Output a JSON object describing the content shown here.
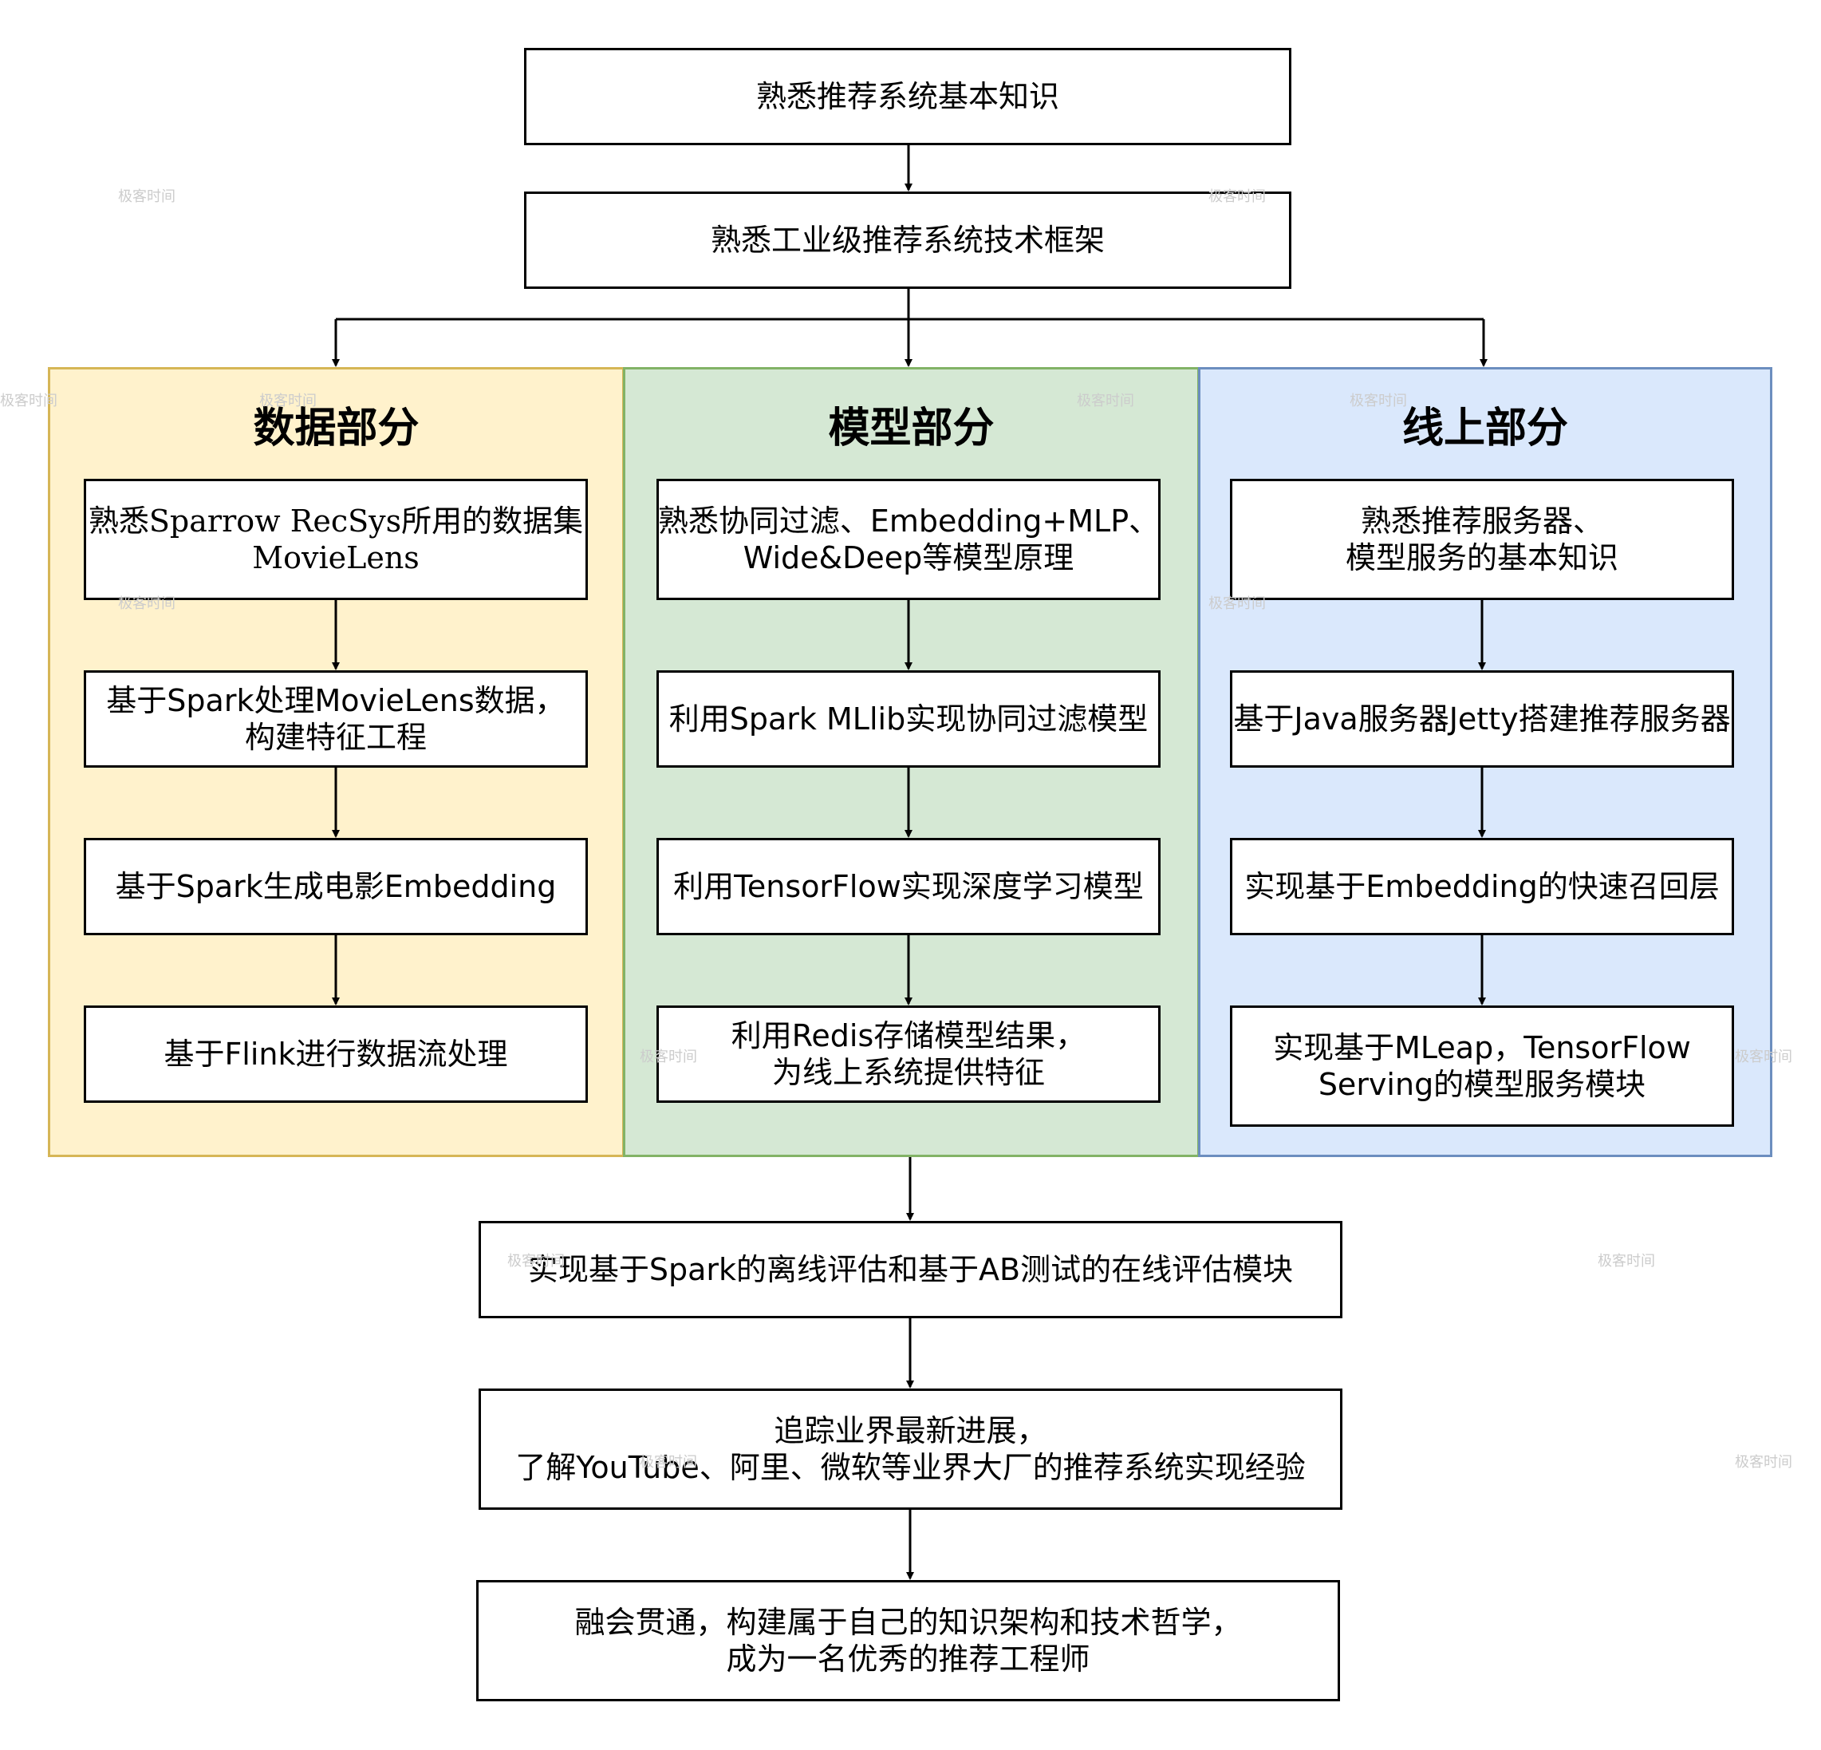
{
  "flow": {
    "step1": "熟悉推荐系统基本知识",
    "step2": "熟悉工业级推荐系统技术框架",
    "eval": "实现基于Spark的离线评估和基于AB测试的在线评估模块",
    "track": [
      "追踪业界最新进展，",
      "了解YouTube、阿里、微软等业界大厂的推荐系统实现经验"
    ],
    "final": [
      "融会贯通，构建属于自己的知识架构和技术哲学，",
      "成为一名优秀的推荐工程师"
    ]
  },
  "panels": {
    "data": {
      "title": "数据部分",
      "color": "#fff2cc",
      "border": "#d6b656",
      "items": [
        [
          "熟悉Sparrow RecSys所用的数据集",
          "MovieLens"
        ],
        [
          "基于Spark处理MovieLens数据，",
          "构建特征工程"
        ],
        [
          "基于Spark生成电影Embedding"
        ],
        [
          "基于Flink进行数据流处理"
        ]
      ]
    },
    "model": {
      "title": "模型部分",
      "color": "#d5e8d4",
      "border": "#82b366",
      "items": [
        [
          "熟悉协同过滤、Embedding+MLP、",
          "Wide&Deep等模型原理"
        ],
        [
          "利用Spark MLlib实现协同过滤模型"
        ],
        [
          "利用TensorFlow实现深度学习模型"
        ],
        [
          "利用Redis存储模型结果，",
          "为线上系统提供特征"
        ]
      ]
    },
    "online": {
      "title": "线上部分",
      "color": "#dae8fc",
      "border": "#6c8ebf",
      "items": [
        [
          "熟悉推荐服务器、",
          "模型服务的基本知识"
        ],
        [
          "基于Java服务器Jetty搭建推荐服务器"
        ],
        [
          "实现基于Embedding的快速召回层"
        ],
        [
          "实现基于MLeap，TensorFlow",
          "Serving的模型服务模块"
        ]
      ]
    }
  },
  "watermark": "极客时间"
}
